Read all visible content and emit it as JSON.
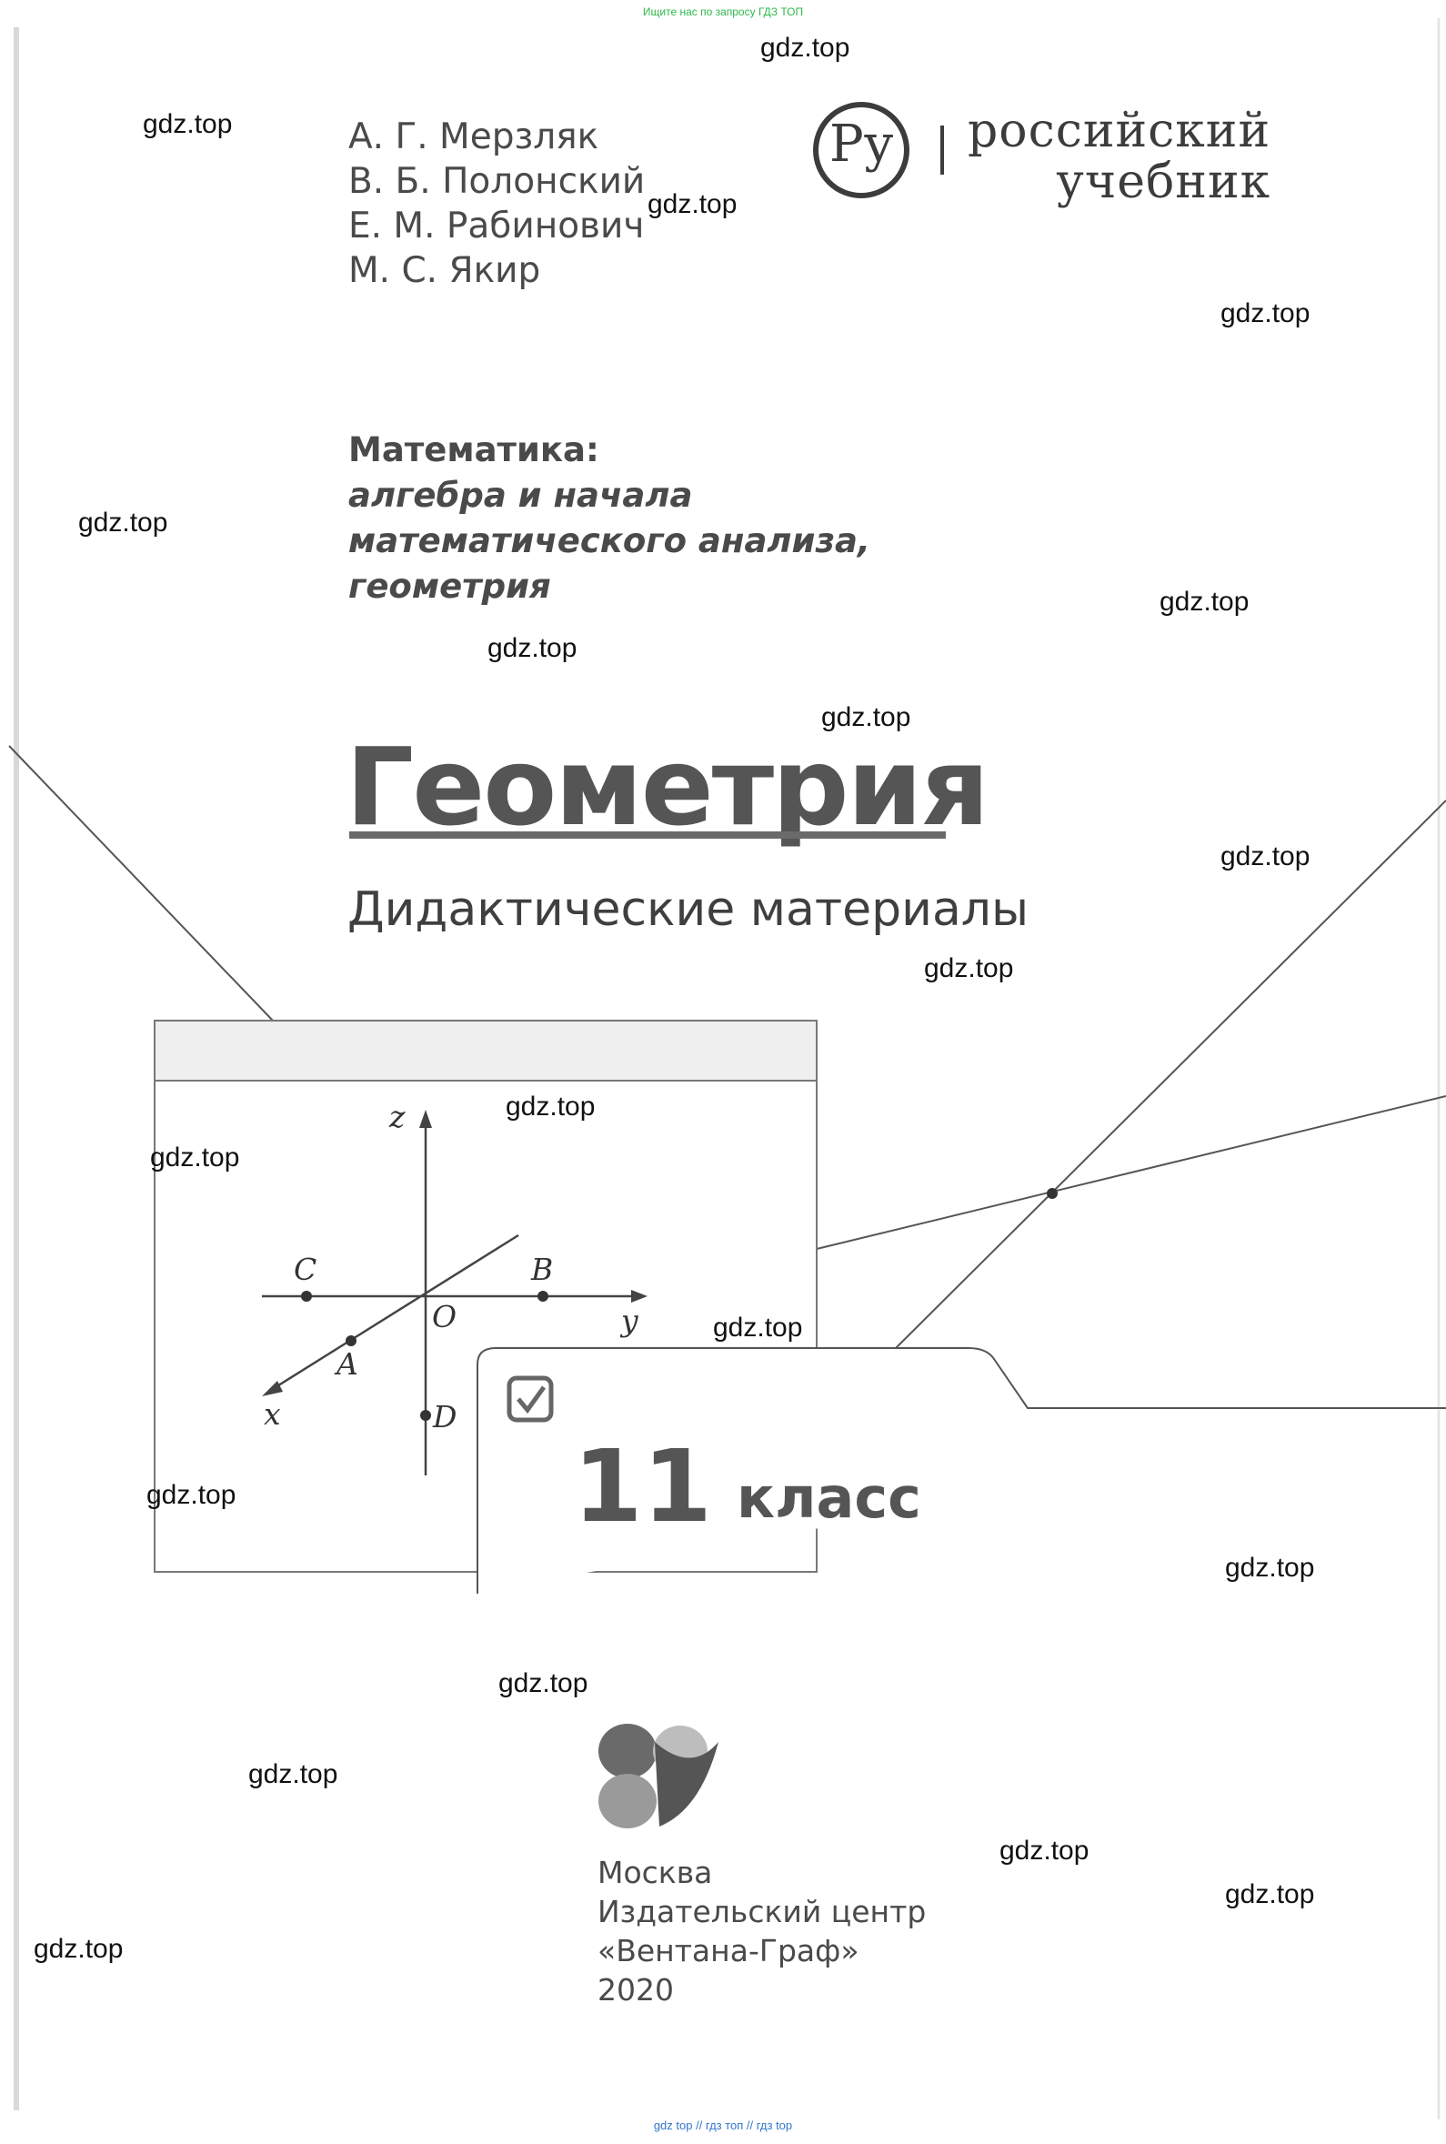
{
  "top_note": "Ищите нас по запросу ГДЗ ТОП",
  "bottom_note": "gdz top  //  гдз топ  //  гдз top",
  "watermark": "gdz.top",
  "authors": [
    "А. Г. Мерзляк",
    "В. Б. Полонский",
    "Е. М. Рабинович",
    "М. С. Якир"
  ],
  "brand": {
    "line1": "российский",
    "line2": "учебник",
    "logo_letters": "Ру"
  },
  "series": [
    "Математика:",
    "алгебра и начала",
    "математического анализа,",
    "геометрия"
  ],
  "title": "Геометрия",
  "subtitle": "Дидактические материалы",
  "grade": {
    "number": "11",
    "word": "класс"
  },
  "diagram": {
    "labels": {
      "z": "z",
      "y": "y",
      "x": "x",
      "O": "O",
      "A": "A",
      "B": "B",
      "C": "C",
      "D": "D"
    }
  },
  "publisher": [
    "Москва",
    "Издательский центр",
    "«Вентана-Граф»",
    "2020"
  ],
  "colors": {
    "text": "#3a3a3a",
    "title": "#555555",
    "top_note": "#2db84a",
    "bottom_note": "#3377cc"
  }
}
